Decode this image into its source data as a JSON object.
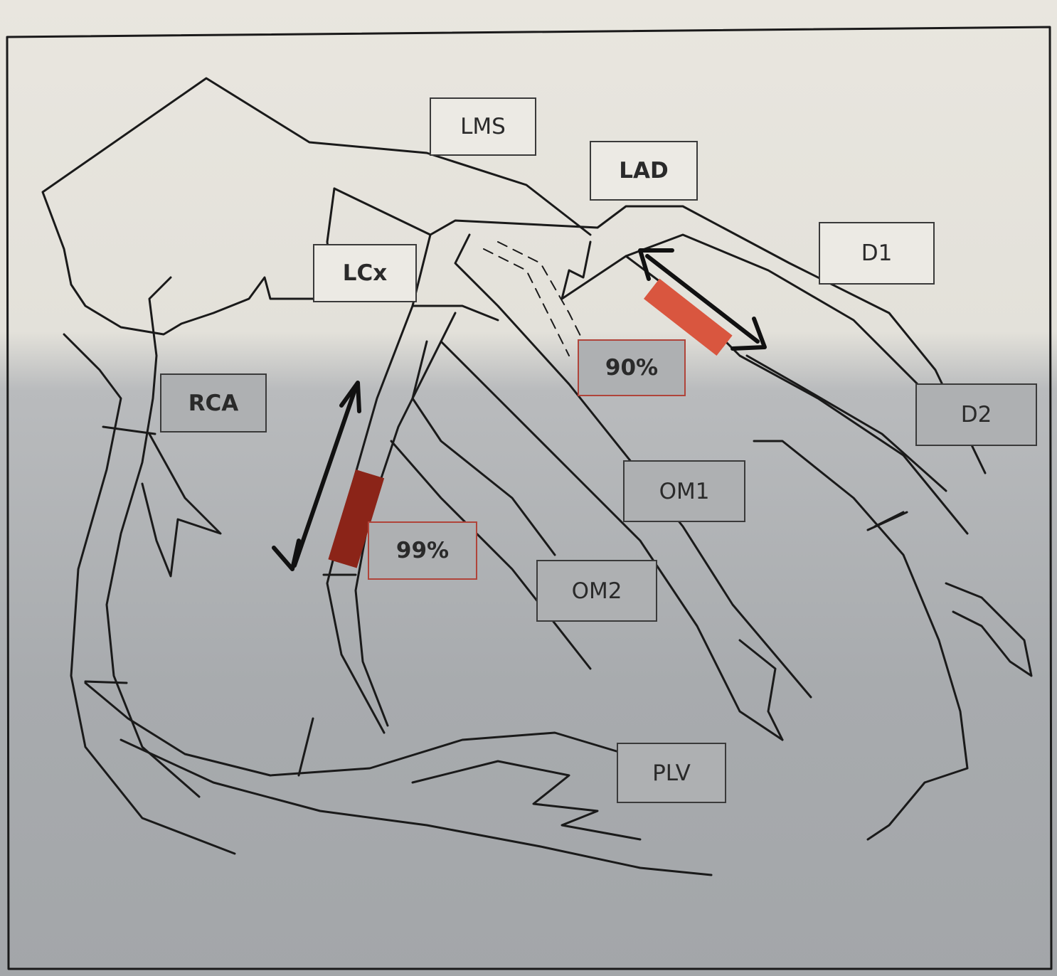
{
  "labels": {
    "lms": "LMS",
    "lad": "LAD",
    "d1": "D1",
    "lcx": "LCx",
    "rca": "RCA",
    "d2": "D2",
    "om1": "OM1",
    "om2": "OM2",
    "plv": "PLV",
    "lesion_lad": "90%",
    "lesion_lcx": "99%"
  },
  "colors": {
    "outline": "#1a1a1a",
    "lesion_lad": "#d9563f",
    "lesion_lcx": "#8b2418",
    "arrow": "#111111"
  }
}
